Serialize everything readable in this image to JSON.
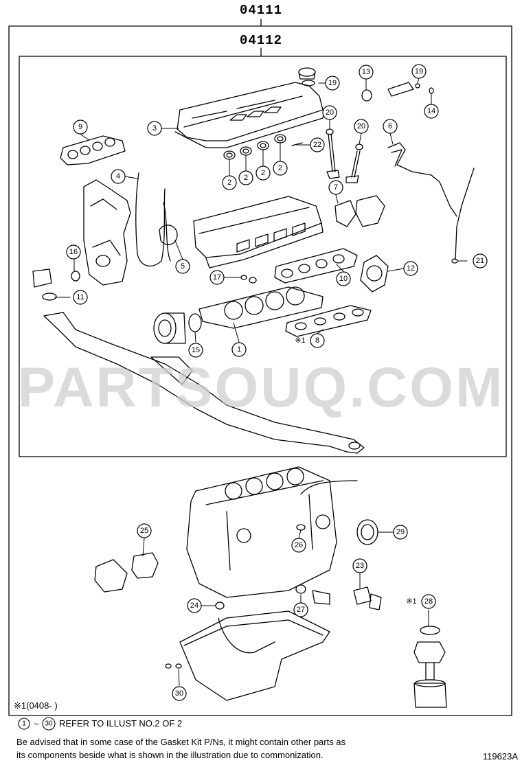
{
  "header": {
    "assembly_code": "04111",
    "kit_code": "04112"
  },
  "watermark": "PARTSOUQ.COM",
  "callouts": {
    "c1": "1",
    "c2": "2",
    "c3": "3",
    "c4": "4",
    "c5": "5",
    "c6": "6",
    "c7": "7",
    "c8": "8",
    "c9": "9",
    "c10": "10",
    "c11": "11",
    "c12": "12",
    "c13": "13",
    "c14": "14",
    "c15": "15",
    "c16": "16",
    "c17": "17",
    "c19": "19",
    "c20": "20",
    "c21": "21",
    "c22": "22",
    "c23": "23",
    "c24": "24",
    "c25": "25",
    "c26": "26",
    "c27": "27",
    "c28": "28",
    "c29": "29",
    "c30": "30"
  },
  "marks": {
    "mark1": "※1"
  },
  "footnote": {
    "date_range": "※1(0408-      )",
    "range_start": "1",
    "range_end": "30",
    "range_sep": "~",
    "refer_text": "REFER TO ILLUST NO.2 OF 2",
    "advice_line1": "Be advised that in some case of the Gasket Kit P/Ns,  it might contain other parts as",
    "advice_line2": "its components beside what is shown in the illustration due to commonization.",
    "illustration_id": "119623A"
  }
}
